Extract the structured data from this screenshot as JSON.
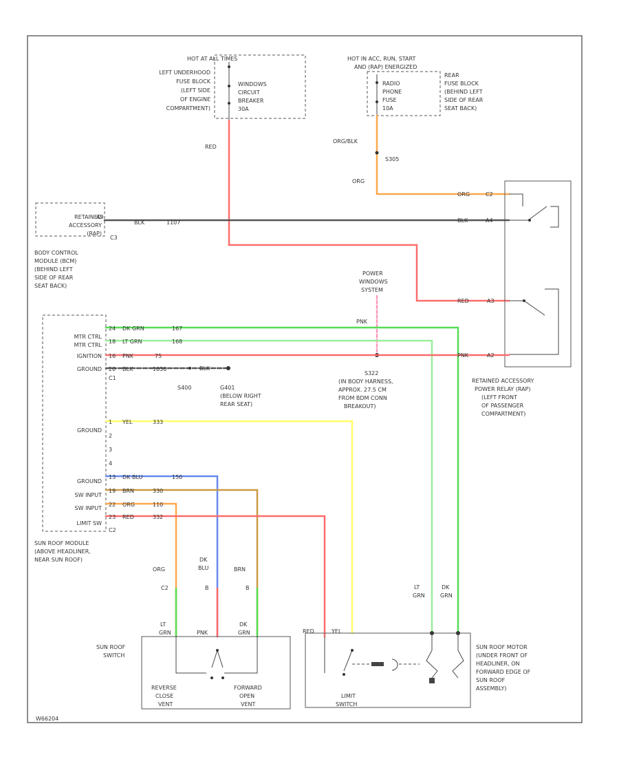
{
  "colors": {
    "red": "#ff6b6b",
    "orange": "#ffa74f",
    "black": "#555555",
    "dark_green": "#55dd55",
    "light_green": "#99ee99",
    "pink": "#ff99bb",
    "yellow": "#ffff66",
    "dark_blue": "#6688ee",
    "brown": "#cc9944"
  },
  "fuse_left": {
    "header": "HOT AT ALL TIMES",
    "location": [
      "LEFT UNDERHOOD",
      "FUSE BLOCK",
      "(LEFT SIDE",
      "OF ENGINE",
      "COMPARTMENT)"
    ],
    "device": [
      "WINDOWS",
      "CIRCUIT",
      "BREAKER",
      "30A"
    ]
  },
  "fuse_right": {
    "header": [
      "HOT IN ACC, RUN, START",
      "AND (RAP) ENERGIZED"
    ],
    "device": [
      "RADIO",
      "PHONE",
      "FUSE",
      "10A"
    ],
    "location": [
      "REAR",
      "FUSE BLOCK",
      "(BEHIND LEFT",
      "SIDE OF REAR",
      "SEAT BACK)"
    ]
  },
  "wires": {
    "red": "RED",
    "org_blk": "ORG/BLK",
    "s305": "S305",
    "org": "ORG",
    "org_c2": "ORG",
    "c2_org": "C2",
    "blk_c2": "BLK",
    "c2_a4": "A4",
    "blk_left": "BLK",
    "num_1107": "1107",
    "red_c2": "RED",
    "c2_a3": "A3",
    "pnk_c2": "PNK",
    "c2_a2": "A2",
    "pnk": "PNK"
  },
  "bcm": {
    "pin": "A9",
    "name": [
      "RETAINED",
      "ACCESSORY",
      "(RAP)"
    ],
    "connector": "C3",
    "location": [
      "BODY CONTROL",
      "MODULE (BCM)",
      "(BEHIND LEFT",
      "SIDE OF REAR",
      "SEAT BACK)"
    ]
  },
  "power_windows": [
    "POWER",
    "WINDOWS",
    "SYSTEM"
  ],
  "splice": {
    "id": "S322",
    "desc": [
      "(IN BODY HARNESS,",
      "APPROX. 27.5 CM",
      "FROM BDM CONN",
      "BREAKOUT)"
    ]
  },
  "relay": {
    "name": [
      "RETAINED ACCESSORY",
      "POWER RELAY (RAP)",
      "(LEFT FRONT",
      "OF PASSENGER",
      "COMPARTMENT)"
    ]
  },
  "module": {
    "rows": [
      {
        "label": "MTR CTRL",
        "pin": "24",
        "color": "DK GRN",
        "ckt": "167"
      },
      {
        "label": "MTR CTRL",
        "pin": "18",
        "color": "LT GRN",
        "ckt": "168"
      },
      {
        "label": "IGNITION",
        "pin": "16",
        "color": "PNK",
        "ckt": "75"
      },
      {
        "label": "GROUND",
        "pin": "20",
        "color": "BLK",
        "ckt": "1050"
      },
      {
        "label": "GROUND",
        "pin": "1",
        "color": "YEL",
        "ckt": "333"
      },
      {
        "label": "GROUND",
        "pin": "13",
        "color": "DK BLU",
        "ckt": "150"
      },
      {
        "label": "SW INPUT",
        "pin": "19",
        "color": "BRN",
        "ckt": "330"
      },
      {
        "label": "SW INPUT",
        "pin": "22",
        "color": "ORG",
        "ckt": "110"
      },
      {
        "label": "LIMIT SW",
        "pin": "23",
        "color": "RED",
        "ckt": "332"
      }
    ],
    "extra_pins": [
      "2",
      "3",
      "4"
    ],
    "connector_c1": "C1",
    "connector_c2": "C2",
    "name": [
      "SUN ROOF MODULE",
      "(ABOVE HEADLINER,",
      "NEAR SUN ROOF)"
    ]
  },
  "ground": {
    "wire": "BLK",
    "ckt": "1050",
    "splice": "S400",
    "id": "G401",
    "desc": [
      "(BELOW RIGHT",
      "REAR SEAT)"
    ]
  },
  "sunroof_wires": {
    "org": "ORG",
    "dk_blu": [
      "DK",
      "BLU"
    ],
    "brn": "BRN",
    "c2": "C2",
    "b": "B",
    "b1": "B",
    "lt_grn": [
      "LT",
      "GRN"
    ],
    "pnk": "PNK",
    "dk_grn": [
      "DK",
      "GRN"
    ],
    "red": "RED",
    "yel": "YEL",
    "lt_grn_right": [
      "LT",
      "GRN"
    ],
    "dk_grn_right": [
      "DK",
      "GRN"
    ]
  },
  "sunroof_switch": {
    "name": [
      "SUN ROOF",
      "SWITCH"
    ],
    "reverse": [
      "REVERSE",
      "CLOSE",
      "VENT"
    ],
    "forward": [
      "FORWARD",
      "OPEN",
      "VENT"
    ]
  },
  "limit_switch": [
    "LIMIT",
    "SWITCH"
  ],
  "motor": [
    "SUN ROOF MOTOR",
    "(UNDER FRONT OF",
    "HEADLINER, ON",
    "FORWARD EDGE OF",
    "SUN ROOF",
    "ASSEMBLY)"
  ],
  "footer_code": "W66204"
}
